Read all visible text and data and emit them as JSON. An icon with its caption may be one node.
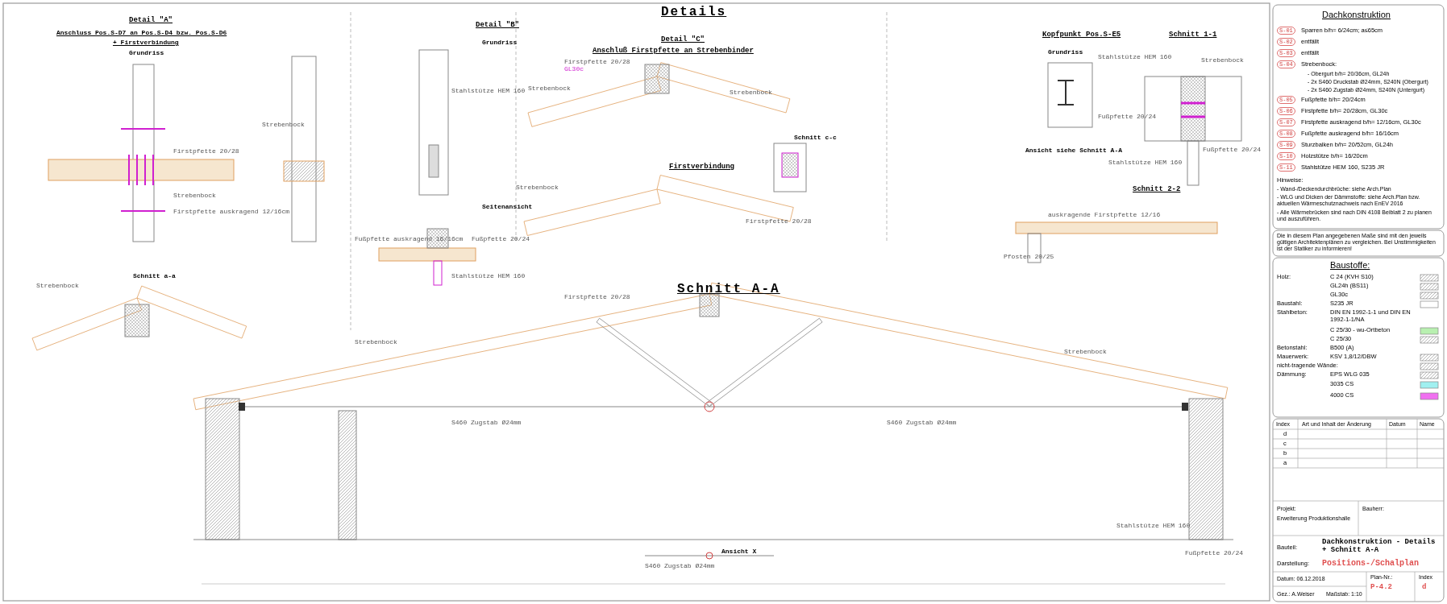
{
  "diagram": {
    "title": "Details",
    "labels": [
      "Detail \"A\"",
      "Anschluss Pos.S-D7 an Pos.S-D4 bzw. Pos.S-D6",
      "+ Firstverbindung",
      "Grundriss",
      "Firstpfette 20/28",
      "Firstpfette auskragend 12/16cm",
      "Strebenbock",
      "Schnitt a-a",
      "Strebenbock",
      "Strebenbock",
      "Detail \"B\"",
      "Grundriss",
      "Stahlstütze HEM 160",
      "Seitenansicht",
      "Fußpfette auskragend 16/16cm",
      "Fußpfette 20/24",
      "Stahlstütze HEM 160",
      "Detail \"C\"",
      "Anschluß Firstpfette an Strebenbinder",
      "Firstpfette 20/28",
      "GL30c",
      "Strebenbock",
      "Strebenbock",
      "Firstverbindung",
      "Strebenbock",
      "Schnitt c-c",
      "Firstpfette 20/28",
      "Kopfpunkt Pos.S-E5",
      "Grundriss",
      "Stahlstütze HEM 160",
      "Fußpfette 20/24",
      "Ansicht siehe Schnitt A-A",
      "Schnitt 1-1",
      "Strebenbock",
      "Fußpfette 20/24",
      "Stahlstütze HEM 160",
      "Schnitt 2-2",
      "auskragende Firstpfette 12/16",
      "Pfosten 20/25",
      "Schnitt A-A",
      "Firstpfette 20/28",
      "Strebenbock",
      "Strebenbock",
      "S460 Zugstab Ø24mm",
      "S460 Zugstab Ø24mm",
      "Ansicht X",
      "S460 Zugstab Ø24mm",
      "Stahlstütze HEM 160",
      "Fußpfette 20/24",
      "Dachkonstruktion",
      "S-01",
      "Sparren b/h= 6/24cm; a≤65cm",
      "S-02",
      "entfällt",
      "S-03",
      "entfällt",
      "S-04",
      "Strebenbock:",
      "- Obergurt b/h= 20/36cm, GL24h",
      "- 2x S460 Druckstab Ø24mm, S240N (Obergurt)",
      "- 2x S460 Zugstab Ø24mm, S240N (Untergurt)",
      "S-05",
      "Fußpfette b/h= 20/24cm",
      "S-06",
      "Firstpfette b/h= 20/28cm, GL30c",
      "S-07",
      "Firstpfette auskragend b/h= 12/16cm, GL30c",
      "S-08",
      "Fußpfette auskragend b/h= 16/16cm",
      "S-09",
      "Sturzbalken b/h= 20/52cm, GL24h",
      "S-10",
      "Holzstütze b/h= 16/20cm",
      "S-11",
      "Stahlstütze HEM 160, S235 JR",
      "Hinweise:",
      "- Wand-/Deckendurchbrüche: siehe Arch.Plan",
      "- WLG und Dicken der Dämmstoffe: siehe Arch.Plan bzw. aktuellen Wärmeschutznachweis nach EnEV 2016",
      "- Alle Wärmebrücken sind nach DIN 4108 Beiblatt 2 zu planen und auszuführen.",
      "Die in diesem Plan angegebenen Maße sind mit den jeweils gültigen Architektenplänen zu vergleichen. Bei Unstimmigkeiten ist der Statiker zu informieren!",
      "Baustoffe:",
      "Holz:",
      "Baustahl:",
      "Stahlbeton:",
      "DIN EN 1992-1-1 und DIN EN 1992-1-1/NA",
      "Betonstahl:",
      "B500 (A)",
      "Mauerwerk:",
      "Dämmung:",
      "Index",
      "Art und Inhalt der Änderung",
      "Datum",
      "Name",
      "d",
      "c",
      "b",
      "a",
      "Projekt:",
      "Erweiterung Produktionshalle",
      "Bauherr:",
      "Bauteil:",
      "Dachkonstruktion - Details + Schnitt A-A",
      "Darstellung:",
      "Positions-/Schalplan",
      "Datum: 06.12.2018",
      "Plan-Nr.:",
      "P-4.2",
      "Index",
      "d",
      "Gez.: A.Weiser",
      "Maßstab: 1:10"
    ],
    "legend": [
      {
        "text": "C 24 (KVH S10)"
      },
      {
        "text": "GL24h (BS11)"
      },
      {
        "text": "GL30c"
      },
      {
        "text": "S235 JR"
      },
      {
        "text": "C 25/30 - wu-Ortbeton",
        "color": "#b8f0b0"
      },
      {
        "text": "C 25/30"
      },
      {
        "text": "KSV 1,8/12/DBW"
      },
      {
        "text": "nicht-tragende Wände:"
      },
      {
        "text": "EPS WLG 035"
      },
      {
        "text": "3035 CS",
        "color": "#a0f0f0"
      },
      {
        "text": "4000 CS",
        "color": "#f070f0"
      }
    ]
  }
}
